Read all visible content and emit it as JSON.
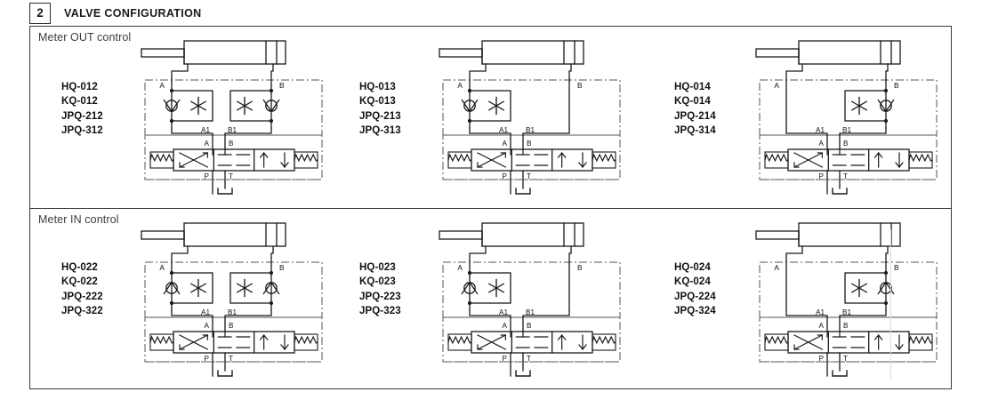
{
  "header": {
    "number": "2",
    "title": "VALVE CONFIGURATION"
  },
  "panels": [
    {
      "id": "meter-out",
      "title": "Meter OUT control",
      "columns": [
        {
          "id": "hq-012",
          "labels": [
            "HQ-012",
            "KQ-012",
            "JPQ-212",
            "JPQ-312"
          ],
          "variant": "both",
          "meter": "out",
          "ports": {
            "a": "A",
            "b": "B",
            "a1": "A1",
            "b1": "B1",
            "valve_a": "A",
            "valve_b": "B",
            "p": "P",
            "t": "T"
          }
        },
        {
          "id": "hq-013",
          "labels": [
            "HQ-013",
            "KQ-013",
            "JPQ-213",
            "JPQ-313"
          ],
          "variant": "a-only",
          "meter": "out",
          "ports": {
            "a": "A",
            "b": "B",
            "a1": "A1",
            "b1": "B1",
            "valve_a": "A",
            "valve_b": "B",
            "p": "P",
            "t": "T"
          }
        },
        {
          "id": "hq-014",
          "labels": [
            "HQ-014",
            "KQ-014",
            "JPQ-214",
            "JPQ-314"
          ],
          "variant": "b-only",
          "meter": "out",
          "ports": {
            "a": "A",
            "b": "B",
            "a1": "A1",
            "b1": "B1",
            "valve_a": "A",
            "valve_b": "B",
            "p": "P",
            "t": "T"
          }
        }
      ]
    },
    {
      "id": "meter-in",
      "title": "Meter IN control",
      "columns": [
        {
          "id": "hq-022",
          "labels": [
            "HQ-022",
            "KQ-022",
            "JPQ-222",
            "JPQ-322"
          ],
          "variant": "both",
          "meter": "in",
          "ports": {
            "a": "A",
            "b": "B",
            "a1": "A1",
            "b1": "B1",
            "valve_a": "A",
            "valve_b": "B",
            "p": "P",
            "t": "T"
          }
        },
        {
          "id": "hq-023",
          "labels": [
            "HQ-023",
            "KQ-023",
            "JPQ-223",
            "JPQ-323"
          ],
          "variant": "a-only",
          "meter": "in",
          "ports": {
            "a": "A",
            "b": "B",
            "a1": "A1",
            "b1": "B1",
            "valve_a": "A",
            "valve_b": "B",
            "p": "P",
            "t": "T"
          }
        },
        {
          "id": "hq-024",
          "labels": [
            "HQ-024",
            "KQ-024",
            "JPQ-224",
            "JPQ-324"
          ],
          "variant": "b-only",
          "meter": "in",
          "ports": {
            "a": "A",
            "b": "B",
            "a1": "A1",
            "b1": "B1",
            "valve_a": "A",
            "valve_b": "B",
            "p": "P",
            "t": "T"
          }
        }
      ]
    }
  ],
  "symbols": {
    "cylinder": "double-acting-cylinder",
    "check_valve": "check-valve",
    "throttle": "adjustable-throttle",
    "directional_valve": "4-3-way-directional-valve",
    "tank": "tank-return",
    "spring": "return-spring",
    "envelope": "dash-dot-envelope"
  },
  "style": {
    "line": "#1a1a1a",
    "envelope": "#555555",
    "frame": "#3a3a3a",
    "text": "#111111"
  }
}
